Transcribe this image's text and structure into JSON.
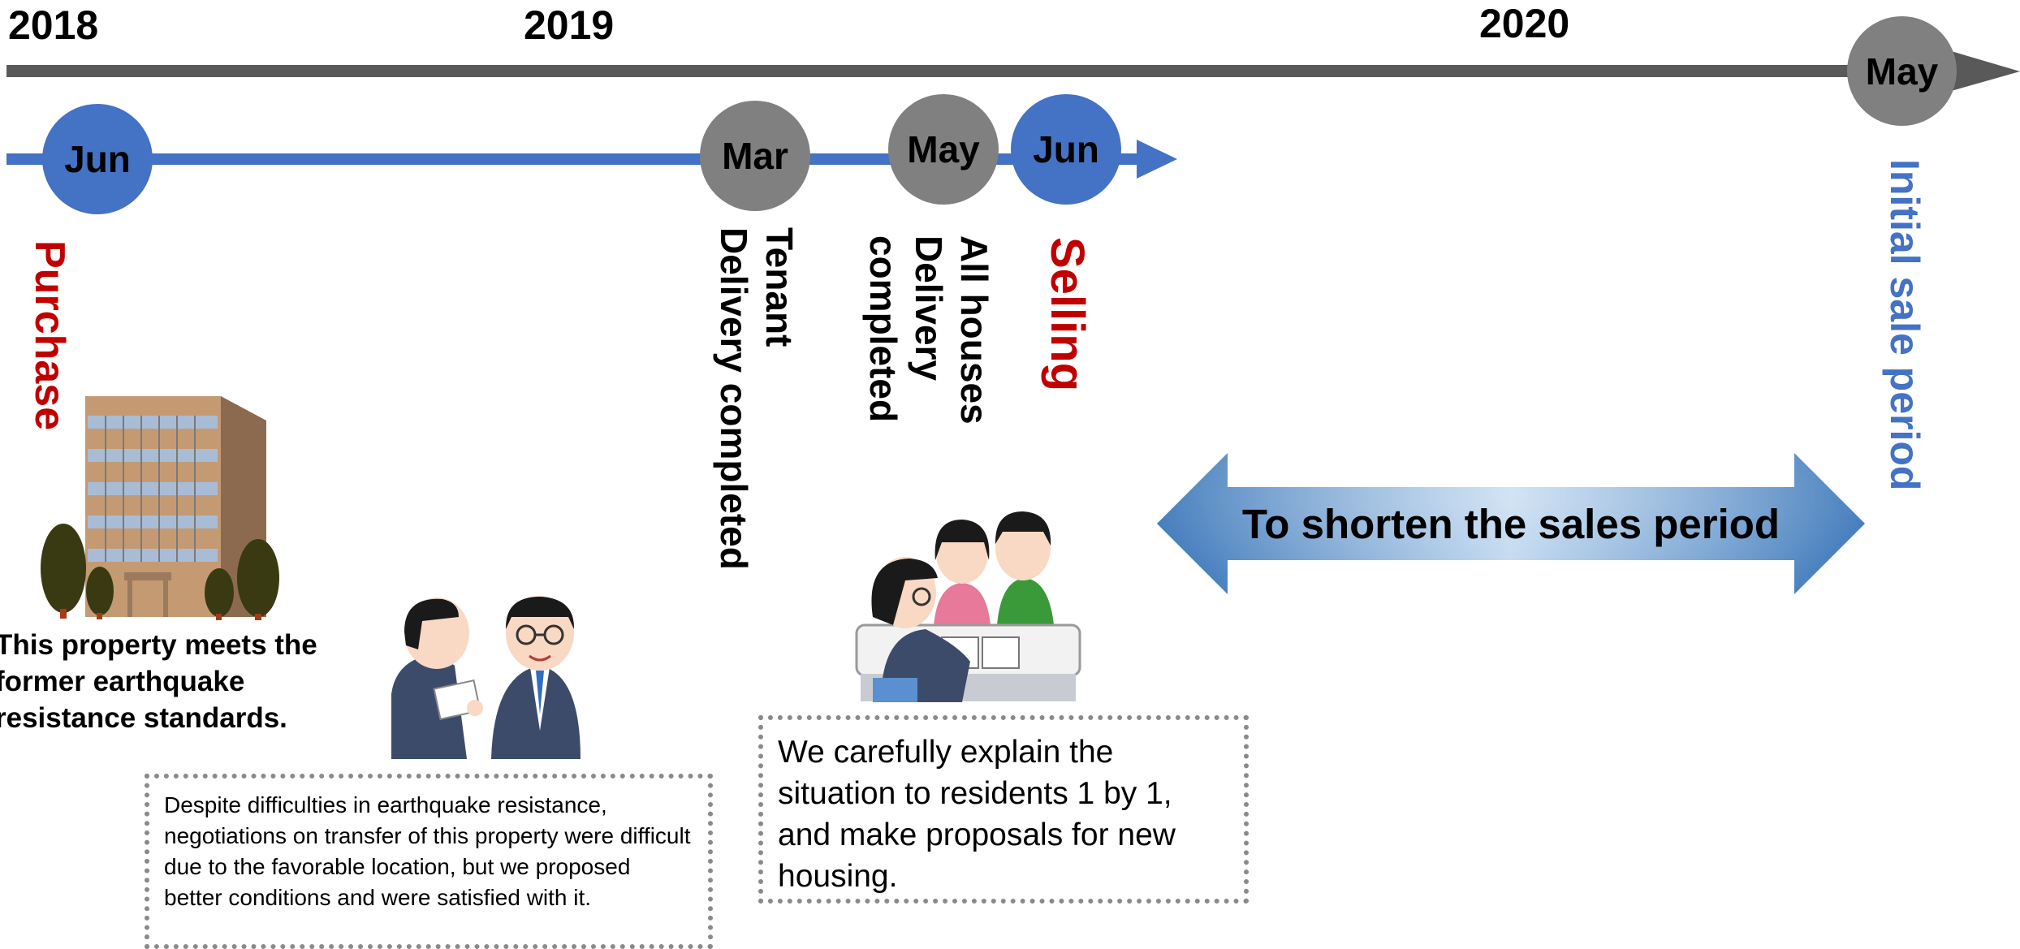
{
  "years": [
    "2018",
    "2019",
    "2020"
  ],
  "main_timeline_months": [
    "May"
  ],
  "sub_timeline_months": [
    "Jun",
    "Mar",
    "May",
    "Jun"
  ],
  "labels": {
    "purchase": "Purchase",
    "tenant_delivery": "Tenant\nDelivery completed",
    "all_houses": "All houses\nDelivery\ncompleted",
    "selling": "Selling",
    "initial_sale": "Initial sale period"
  },
  "shorten_arrow_text": "To shorten the sales period",
  "property_caption": "This property meets the\nformer earthquake\nresistance standards.",
  "note_left": "Despite difficulties in earthquake resistance, negotiations on transfer of this property were difficult due to the favorable location, but we proposed better conditions and were satisfied with it.",
  "note_right": "We carefully explain the situation to residents 1 by 1, and make proposals for new housing.",
  "colors": {
    "main_line": "#595959",
    "sub_line": "#4472C4",
    "accent_red": "#C00000",
    "accent_blue": "#4472C4",
    "circle_gray": "#808080",
    "circle_blue": "#4472C4"
  },
  "icons": [
    "building-illustration",
    "handshake-illustration",
    "consultation-illustration"
  ]
}
